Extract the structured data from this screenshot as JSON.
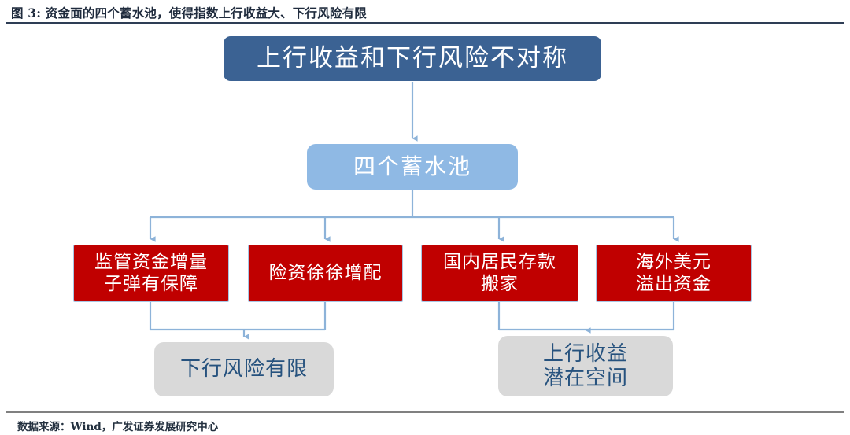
{
  "figure": {
    "title": "图 3: 资金面的四个蓄水池，使得指数上行收益大、下行风险有限",
    "source": "数据来源：Wind，广发证券发展研究中心"
  },
  "colors": {
    "root_box": "#3b6293",
    "pool_box": "#8fb9e4",
    "red_box": "#c00000",
    "gray_box": "#d9d9d9",
    "connector": "#8db3d9",
    "gray_text": "#26527e",
    "title_text": "#1f2b3d"
  },
  "nodes": {
    "root": {
      "text": "上行收益和下行风险不对称"
    },
    "pool": {
      "text": "四个蓄水池"
    },
    "drivers": [
      {
        "line1": "监管资金增量",
        "line2": "子弹有保障"
      },
      {
        "line1": "险资徐徐增配",
        "line2": ""
      },
      {
        "line1": "国内居民存款",
        "line2": "搬家"
      },
      {
        "line1": "海外美元",
        "line2": "溢出资金"
      }
    ],
    "outcomes": [
      {
        "line1": "下行风险有限",
        "line2": ""
      },
      {
        "line1": "上行收益",
        "line2": "潜在空间"
      }
    ]
  }
}
